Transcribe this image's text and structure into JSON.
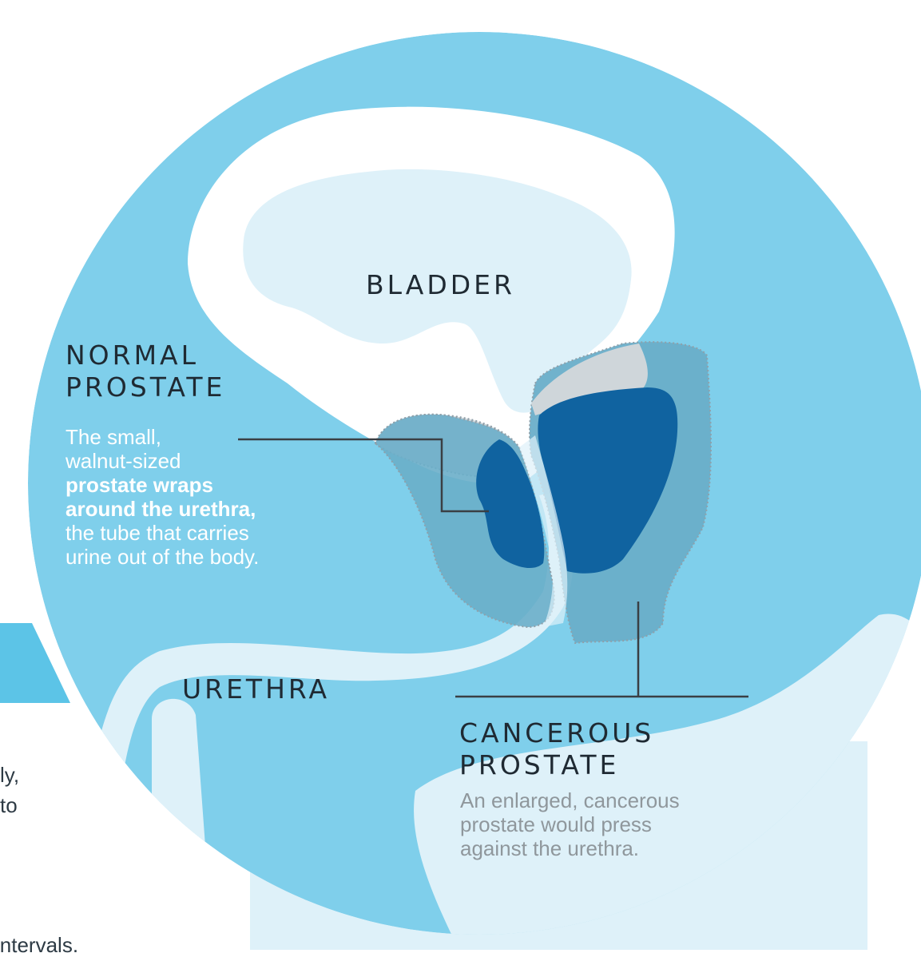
{
  "labels": {
    "bladder": "BLADDER",
    "normal_prostate": [
      "NORMAL",
      "PROSTATE"
    ],
    "urethra": "URETHRA",
    "cancerous_prostate": [
      "CANCEROUS",
      "PROSTATE"
    ]
  },
  "normal_desc": {
    "line1": "The small,",
    "line2": "walnut-sized",
    "bold1": "prostate wraps",
    "bold2": "around the urethra,",
    "line5": "the tube that carries",
    "line6": "urine out of the body."
  },
  "cancer_desc": {
    "line1": "An enlarged, cancerous",
    "line2": "prostate would press",
    "line3": "against the urethra."
  },
  "background_fragments": {
    "frag1": "ly,",
    "frag2": "to",
    "frag3": "intervals."
  },
  "colors": {
    "circle": "#7fcfeb",
    "pale": "#def1f9",
    "bladder_wall": "#ffffff",
    "overlay": "#6aaec9",
    "gland_grey": "#cfd6da",
    "tumor": "#1063a0",
    "side_tab": "#5cc4e7",
    "leader_line": "#3a3f44"
  }
}
